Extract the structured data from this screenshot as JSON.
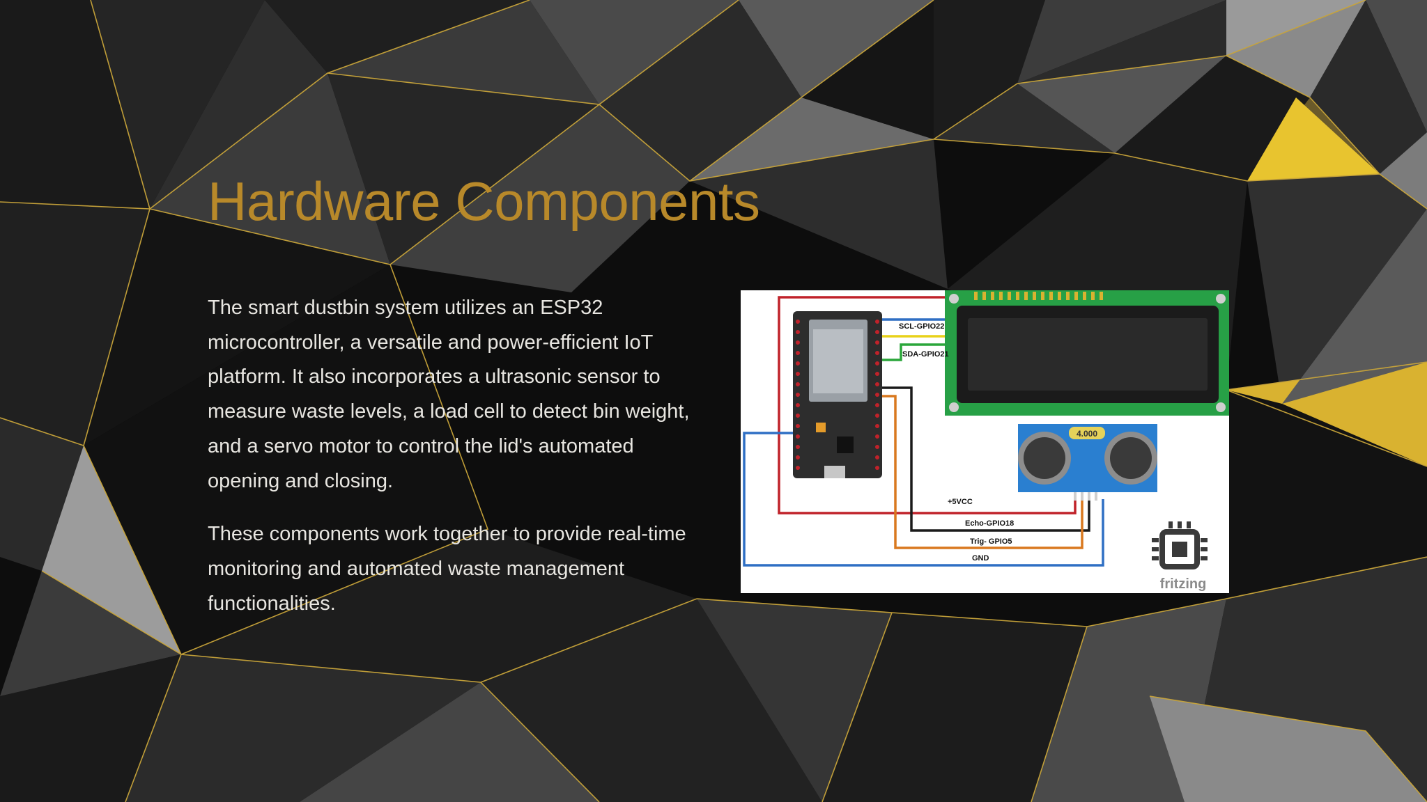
{
  "slide": {
    "title": "Hardware Components",
    "paragraphs": [
      "The smart dustbin system utilizes an ESP32 microcontroller, a versatile and power-efficient IoT platform. It also incorporates a ultrasonic sensor to measure waste levels, a load cell to detect bin weight, and a servo motor to control the lid's automated opening and closing.",
      "These components work together to provide real-time monitoring and automated waste management functionalities."
    ]
  },
  "diagram": {
    "labels": {
      "scl": "SCL-GPIO22",
      "sda": "SDA-GPIO21",
      "vcc": "+5VCC",
      "echo": "Echo-GPIO18",
      "trig": "Trig- GPIO5",
      "gnd": "GND",
      "sensor_range": "4.000",
      "fritzing": "fritzing"
    }
  },
  "colors": {
    "title": "#b8892a",
    "body_text": "#e8e6e1",
    "background": "#0c0c0c",
    "gold_accent": "#e6c12f",
    "wire_red": "#c0222a",
    "wire_blue": "#2f6fc4",
    "wire_black": "#1a1a1a",
    "wire_orange": "#d9781f",
    "wire_green": "#2aa63a",
    "wire_yellow": "#e8d21a",
    "lcd_green": "#27a046",
    "sensor_blue": "#2a7fd0"
  }
}
